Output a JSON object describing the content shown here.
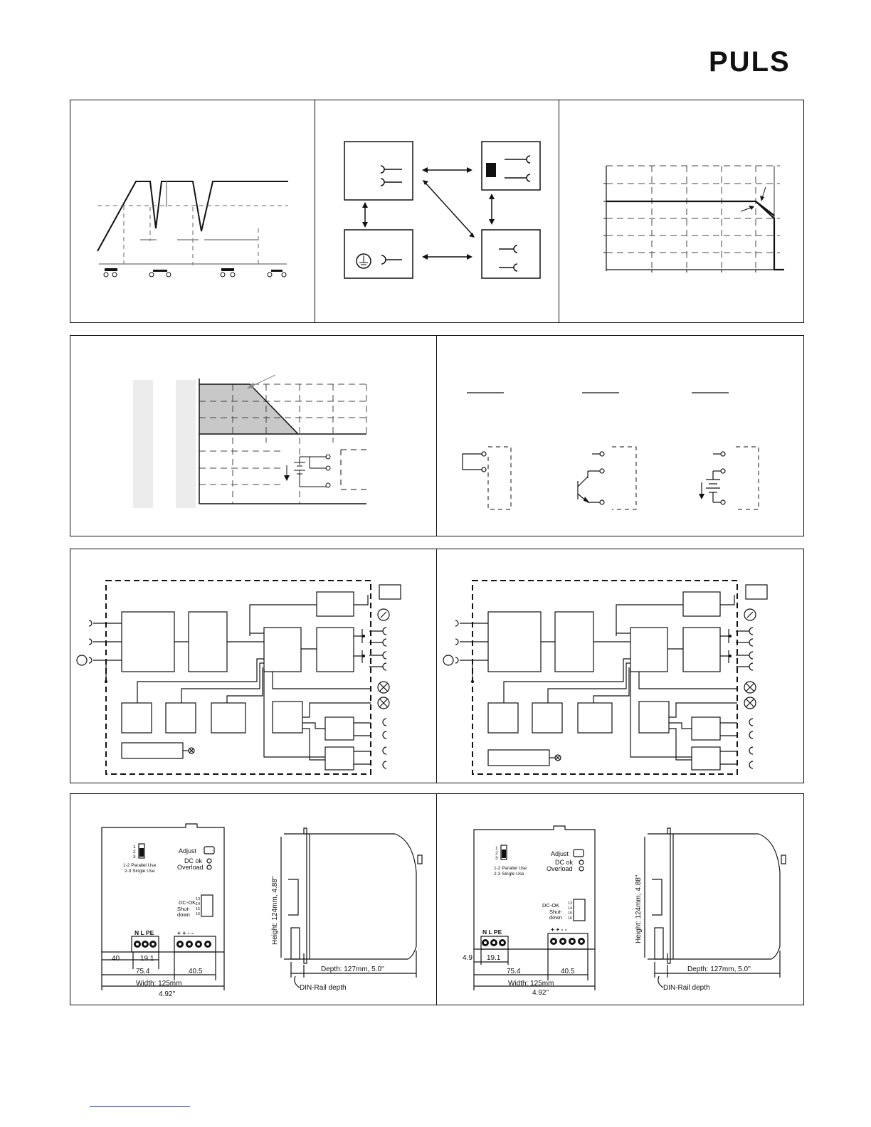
{
  "brand": {
    "logo_text": "PULS",
    "logo_color": "#111111"
  },
  "drawings": {
    "front_view_1": {
      "jumper_numbers": [
        "1",
        "2",
        "3"
      ],
      "jumper_note_1": "1-2 Parallel Use",
      "jumper_note_2": "2-3 Single Use",
      "adjust": "Adjust",
      "dc_ok": "DC ok",
      "overload": "Overload",
      "dcok_connector": "DC-OK",
      "shutdown_1": "Shut-",
      "shutdown_2": "down",
      "pins": [
        "13",
        "14",
        "15",
        "16"
      ],
      "terminals_left": "N L PE",
      "terminals_right": "+ + - -",
      "dim_40": "40",
      "dim_19_1": "19.1",
      "dim_75_4": "75.4",
      "dim_40_5": "40.5",
      "width": "Width: 125mm",
      "width_in": "4.92''"
    },
    "side_view_1": {
      "height": "Height: 124mm,  4.88''",
      "depth": "Depth: 127mm,  5.0''",
      "din_rail": "DIN-Rail depth"
    },
    "front_view_2": {
      "jumper_numbers": [
        "1",
        "2",
        "3"
      ],
      "jumper_note_1": "1-2 Parallel Use",
      "jumper_note_2": "2-3 Single Use",
      "adjust": "Adjust",
      "dc_ok": "DC ok",
      "overload": "Overload",
      "dcok_connector": "DC-OK",
      "shutdown_1": "Shut-",
      "shutdown_2": "down",
      "pins": [
        "13",
        "14",
        "15",
        "16"
      ],
      "terminals_left": "N L PE",
      "terminals_right": "+ + - -",
      "dim_4_9": "4.9",
      "dim_19_1": "19.1",
      "dim_75_4": "75.4",
      "dim_40_5": "40.5",
      "width": "Width: 125mm",
      "width_in": "4.92''"
    },
    "side_view_2": {
      "height": "Height: 124mm,  4.88''",
      "depth": "Depth: 127mm,  5.0''",
      "din_rail": "DIN-Rail depth"
    }
  }
}
